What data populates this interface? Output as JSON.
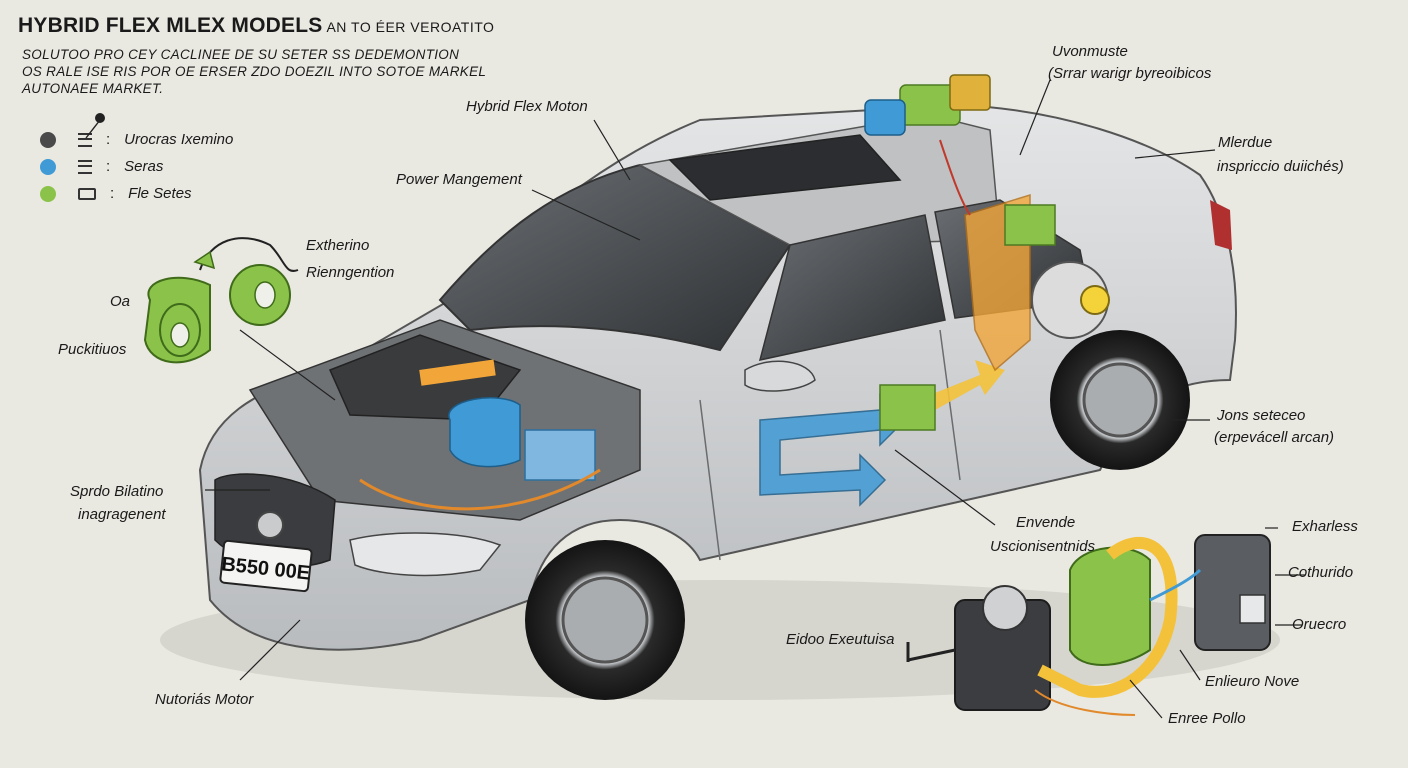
{
  "header": {
    "title": "HYBRID FLEX MLEX MODELS",
    "title_suffix": "AN TO ÉER VEROATITO",
    "subtitle_lines": [
      "SOLUTOO PRO CEY CACLINEE DE SU SETER SS DEDEMONTION",
      "OS RALE ISE RIS POR OE ERSER ZDO DOEZIL INTO SOTOE MARKEL",
      "AUTONAEE MARKET."
    ]
  },
  "legend": {
    "items": [
      {
        "color": "#4a4a4a",
        "label": "Urocras Ixemino",
        "glyph": "lines-icon"
      },
      {
        "color": "#3f9ad6",
        "label": "Seras",
        "glyph": "lines-icon"
      },
      {
        "color": "#8bc34a",
        "label": "Fle Setes",
        "glyph": "box-icon"
      }
    ]
  },
  "callouts": {
    "hybrid_flex_motor": "Hybrid Flex Moton",
    "power_management": "Power Mangement",
    "exthering": "Extherino",
    "rienngention": "Rienngention",
    "oa": "Oa",
    "puckitiuos": "Puckitiuos",
    "spirdo_line1": "Sprdo Bilatino",
    "spirdo_line2": "inagragenent",
    "nutorias_motor": "Nutoriás Motor",
    "uvonmuste_line1": "Uvonmuste",
    "uvonmuste_line2": "(Srrar warigr byreoibicos",
    "mlerdue_line1": "Mlerdue",
    "mlerdue_line2": "inspriccio duiichés)",
    "jons_line1": "Jons seteceo",
    "jons_line2": "(erpevácell arcan)",
    "envende_line1": "Envende",
    "envende_line2": "Uscionisentnids",
    "eidoo": "Eidoo Exeutuisa",
    "exhariess": "Exharless",
    "coturido": "Cothurido",
    "oruecro": "Oruecro",
    "enlieuro": "Enlieuro Nove",
    "enree_pollo": "Enree Pollo"
  },
  "plate": {
    "text": "B550 00E"
  },
  "colors": {
    "background": "#e9e8e1",
    "car_body": "#cfd1d3",
    "accent_blue": "#3f9ad6",
    "accent_green": "#8bc34a",
    "accent_orange": "#f2a63a",
    "accent_yellow": "#f4d33a"
  }
}
